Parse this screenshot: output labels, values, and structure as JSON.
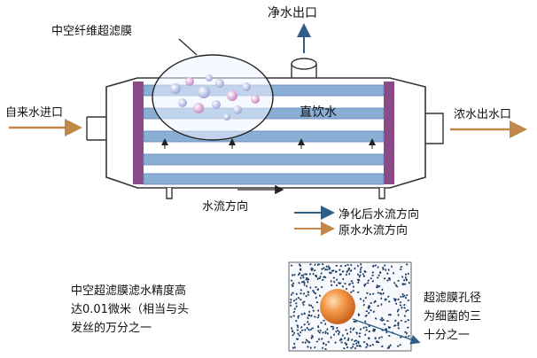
{
  "labels": {
    "membrane_name": "中空纤维超滤膜",
    "clean_outlet": "净水出口",
    "raw_inlet": "自来水进口",
    "drinking_water": "直饮水",
    "concentrate_outlet": "浓水出水口",
    "flow_direction": "水流方向",
    "legend_clean": "净化后水流方向",
    "legend_raw": "原水水流方向"
  },
  "notes": {
    "precision": [
      "中空超滤膜滤水精度高",
      "达0.01微米（相当与头",
      "发丝的万分之一"
    ],
    "pore": [
      "超滤膜孔径",
      "为细菌的三",
      "十分之一"
    ]
  },
  "colors": {
    "pipe": "#8aaed4",
    "pipe_dark": "#5f86b8",
    "housing_fill": "#ffffff",
    "end_cap": "#8a4a86",
    "raw_arrow": "#c0894a",
    "clean_arrow": "#2f5f86",
    "sphere": "#f08a3a"
  }
}
